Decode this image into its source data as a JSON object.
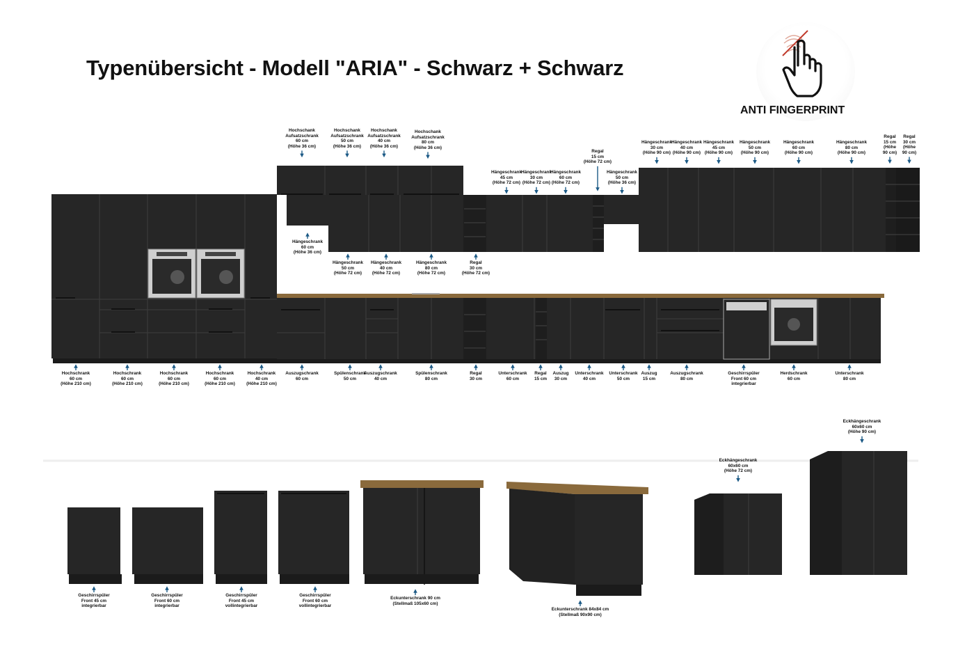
{
  "title": "Typenübersicht - Modell \"ARIA\" - Schwarz + Schwarz",
  "badge": {
    "label": "ANTI FINGERPRINT",
    "icon": "hand-no-fingerprint-icon"
  },
  "colors": {
    "cabinet": "#262626",
    "cabinet_dark": "#1b1b1b",
    "countertop": "#8a6a3c",
    "arrow": "#1c5a86",
    "appliance": "#c9c9c9"
  },
  "labels": {
    "top": [
      {
        "id": "hochschrank-aufsatz-60",
        "lines": [
          "Hochschank",
          "Aufsatzschrank",
          "60 cm",
          "(Höhe 36 cm)"
        ]
      },
      {
        "id": "hochschrank-aufsatz-50",
        "lines": [
          "Hochschank",
          "Aufsatzschrank",
          "50 cm",
          "(Höhe 36 cm)"
        ]
      },
      {
        "id": "hochschrank-aufsatz-40",
        "lines": [
          "Hochschank",
          "Aufsatzschrank",
          "40 cm",
          "(Höhe 36 cm)"
        ]
      },
      {
        "id": "hochschrank-aufsatz-80",
        "lines": [
          "Hochschank",
          "Aufsatzschrank",
          "80 cm",
          "(Höhe 36 cm)"
        ]
      },
      {
        "id": "regal-15-mid",
        "lines": [
          "Regal",
          "15 cm",
          "(Höhe 72 cm)"
        ]
      },
      {
        "id": "haengeschrank-45-72",
        "lines": [
          "Hängeschrank",
          "45 cm",
          "(Höhe 72 cm)"
        ]
      },
      {
        "id": "haengeschrank-30-72",
        "lines": [
          "Hängeschrank",
          "30 cm",
          "(Höhe 72 cm)"
        ]
      },
      {
        "id": "haengeschrank-60-72",
        "lines": [
          "Hängeschrank",
          "60 cm",
          "(Höhe 72 cm)"
        ]
      },
      {
        "id": "haengeschrank-50-36",
        "lines": [
          "Hängeschrank",
          "50 cm",
          "(Höhe 36 cm)"
        ]
      },
      {
        "id": "haengeschrank-30-90",
        "lines": [
          "Hängeschrank",
          "30 cm",
          "(Höhe 90 cm)"
        ]
      },
      {
        "id": "haengeschrank-40-90",
        "lines": [
          "Hängeschrank",
          "40 cm",
          "(Höhe 90 cm)"
        ]
      },
      {
        "id": "haengeschrank-45-90",
        "lines": [
          "Hängeschrank",
          "45 cm",
          "(Höhe 90 cm)"
        ]
      },
      {
        "id": "haengeschrank-50-90",
        "lines": [
          "Hängeschrank",
          "50 cm",
          "(Höhe 90 cm)"
        ]
      },
      {
        "id": "haengeschrank-60-90",
        "lines": [
          "Hängeschrank",
          "60 cm",
          "(Höhe 90 cm)"
        ]
      },
      {
        "id": "haengeschrank-80-90",
        "lines": [
          "Hängeschrank",
          "80 cm",
          "(Höhe 90 cm)"
        ]
      },
      {
        "id": "regal-15-90",
        "lines": [
          "Regal",
          "15 cm",
          "(Höhe",
          "90 cm)"
        ]
      },
      {
        "id": "regal-30-90",
        "lines": [
          "Regal",
          "30 cm",
          "(Höhe",
          "90 cm)"
        ]
      }
    ],
    "middle": [
      {
        "id": "haengeschrank-60-36",
        "lines": [
          "Hängeschrank",
          "60 cm",
          "(Höhe 36 cm)"
        ]
      },
      {
        "id": "haengeschrank-50-72",
        "lines": [
          "Hängeschrank",
          "50 cm",
          "(Höhe 72 cm)"
        ]
      },
      {
        "id": "haengeschrank-40-72",
        "lines": [
          "Hängeschrank",
          "40 cm",
          "(Höhe 72 cm)"
        ]
      },
      {
        "id": "haengeschrank-80-72",
        "lines": [
          "Hängeschrank",
          "80 cm",
          "(Höhe 72 cm)"
        ]
      },
      {
        "id": "regal-30-72",
        "lines": [
          "Regal",
          "30 cm",
          "(Höhe 72 cm)"
        ]
      }
    ],
    "bottom": [
      {
        "id": "hochschrank-1",
        "lines": [
          "Hochschrank",
          "60 cm",
          "(Höhe 210 cm)"
        ]
      },
      {
        "id": "hochschrank-2",
        "lines": [
          "Hochschrank",
          "60 cm",
          "(Höhe 210 cm)"
        ]
      },
      {
        "id": "hochschrank-3",
        "lines": [
          "Hochschrank",
          "60 cm",
          "(Höhe 210 cm)"
        ]
      },
      {
        "id": "hochschrank-4",
        "lines": [
          "Hochschrank",
          "60 cm",
          "(Höhe 210 cm)"
        ]
      },
      {
        "id": "hochschrank-40",
        "lines": [
          "Hochschrank",
          "40 cm",
          "(Höhe 210 cm)"
        ]
      },
      {
        "id": "auszugschrank-60",
        "lines": [
          "Auszugschrank",
          "60 cm"
        ]
      },
      {
        "id": "spuelenschrank-50",
        "lines": [
          "Spülenschrank",
          "50 cm"
        ]
      },
      {
        "id": "auszugschrank-40",
        "lines": [
          "Auszugschrank",
          "40 cm"
        ]
      },
      {
        "id": "spuelenschrank-80",
        "lines": [
          "Spülenschrank",
          "80 cm"
        ]
      },
      {
        "id": "regal-30-unten",
        "lines": [
          "Regal",
          "30 cm"
        ]
      },
      {
        "id": "unterschrank-60",
        "lines": [
          "Unterschrank",
          "60 cm"
        ]
      },
      {
        "id": "regal-15-unten",
        "lines": [
          "Regal",
          "15 cm"
        ]
      },
      {
        "id": "auszug-30",
        "lines": [
          "Auszug",
          "30 cm"
        ]
      },
      {
        "id": "unterschrank-40",
        "lines": [
          "Unterschrank",
          "40 cm"
        ]
      },
      {
        "id": "unterschrank-50",
        "lines": [
          "Unterschrank",
          "50 cm"
        ]
      },
      {
        "id": "auszug-15",
        "lines": [
          "Auszug",
          "15 cm"
        ]
      },
      {
        "id": "auszugschrank-80",
        "lines": [
          "Auszugschrank",
          "80 cm"
        ]
      },
      {
        "id": "geschirrspueler-front-60",
        "lines": [
          "Geschirrspüler",
          "Front 60 cm",
          "integrierbar"
        ]
      },
      {
        "id": "herdschrank-60",
        "lines": [
          "Herdschrank",
          "60 cm"
        ]
      },
      {
        "id": "unterschrank-80",
        "lines": [
          "Unterschrank",
          "80 cm"
        ]
      }
    ],
    "singles": [
      {
        "id": "gs-front45-int",
        "lines": [
          "Geschirrspüler",
          "Front 45 cm",
          "integrierbar"
        ]
      },
      {
        "id": "gs-front60-int",
        "lines": [
          "Geschirrspüler",
          "Front 60 cm",
          "integrierbar"
        ]
      },
      {
        "id": "gs-front45-voll",
        "lines": [
          "Geschirrspüler",
          "Front 45 cm",
          "vollintegrierbar"
        ]
      },
      {
        "id": "gs-front60-voll",
        "lines": [
          "Geschirrspüler",
          "Front 60 cm",
          "vollintegrierbar"
        ]
      },
      {
        "id": "eckunterschrank-90",
        "lines": [
          "Eckunterschrank 90 cm",
          "(Stellmaß 105x60 cm)"
        ]
      },
      {
        "id": "eckunterschrank-84",
        "lines": [
          "Eckunterschrank 84x84 cm",
          "(Stellmaß 90x90 cm)"
        ]
      },
      {
        "id": "eckhaengeschrank-72",
        "lines": [
          "Eckhängeschrank",
          "60x60 cm",
          "(Höhe 72 cm)"
        ]
      },
      {
        "id": "eckhaengeschrank-90",
        "lines": [
          "Eckhängeschrank",
          "60x60 cm",
          "(Höhe 90 cm)"
        ]
      }
    ]
  }
}
